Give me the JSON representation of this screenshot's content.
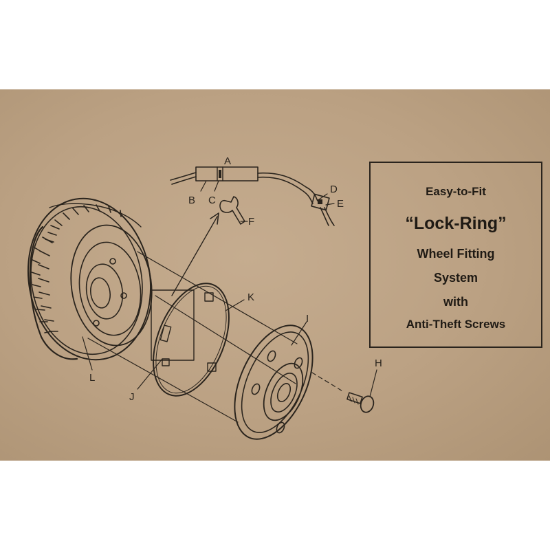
{
  "info_box": {
    "line1": "Easy-to-Fit",
    "line2": "“Lock-Ring”",
    "line3": "Wheel Fitting",
    "line4": "System",
    "line5": "with",
    "line6": "Anti-Theft Screws"
  },
  "diagram": {
    "part_labels": {
      "a": "A",
      "b": "B",
      "c": "C",
      "d": "D",
      "e": "E",
      "f": "F",
      "h": "H",
      "i": "I",
      "j": "J",
      "k": "K",
      "l": "L"
    }
  },
  "colors": {
    "cardboard": "#bba183",
    "ink": "#2a241d"
  }
}
